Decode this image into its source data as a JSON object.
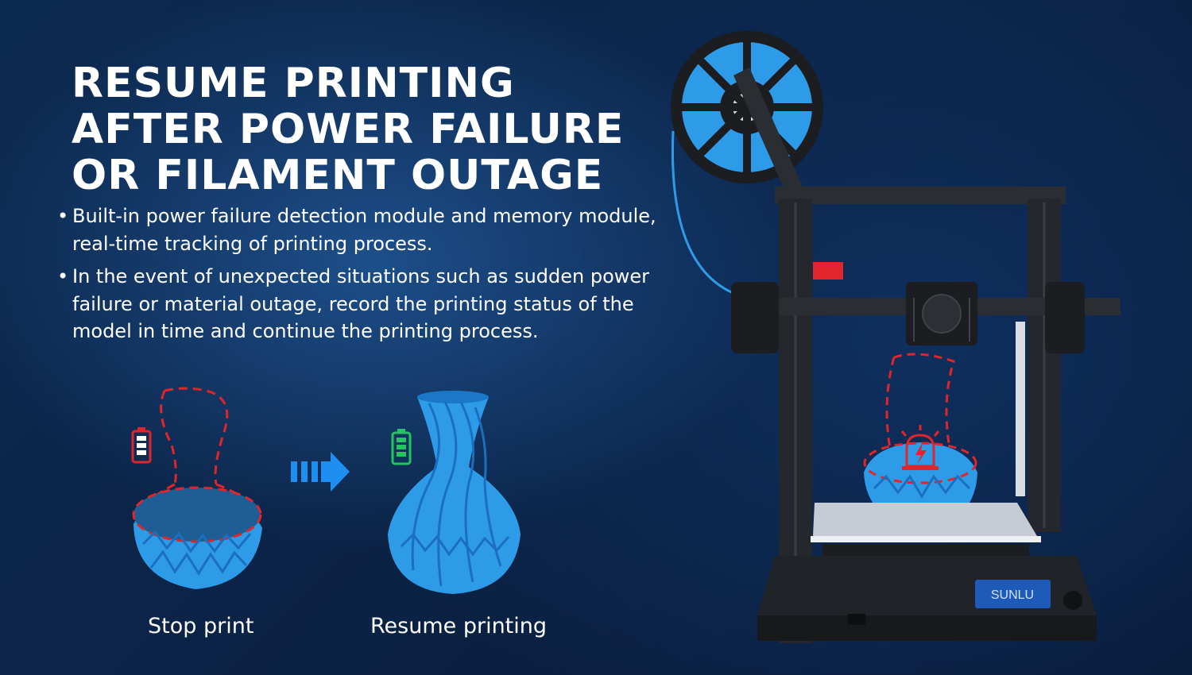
{
  "headline": {
    "line1": "RESUME PRINTING",
    "line2": "AFTER POWER FAILURE",
    "line3": "OR FILAMENT OUTAGE"
  },
  "bullets": [
    {
      "marker": "•",
      "text": "Built-in power failure detection module and memory module, real-time tracking of printing process."
    },
    {
      "marker": "•",
      "text": "In the event of unexpected situations such as sudden power failure or material outage, record the printing status of the model in time and continue the printing process."
    }
  ],
  "steps": {
    "stop_label": "Stop print",
    "resume_label": "Resume printing"
  },
  "printer": {
    "brand": "SUNLU"
  },
  "colors": {
    "filament_blue": "#2e9be8",
    "alert_red": "#e0262b",
    "battery_green": "#22c55e",
    "frame_black": "#1b1d20"
  },
  "icons": {
    "low_battery": "battery-low-icon",
    "full_battery": "battery-full-icon",
    "arrow": "arrow-right-icon",
    "alarm": "alarm-light-icon"
  }
}
